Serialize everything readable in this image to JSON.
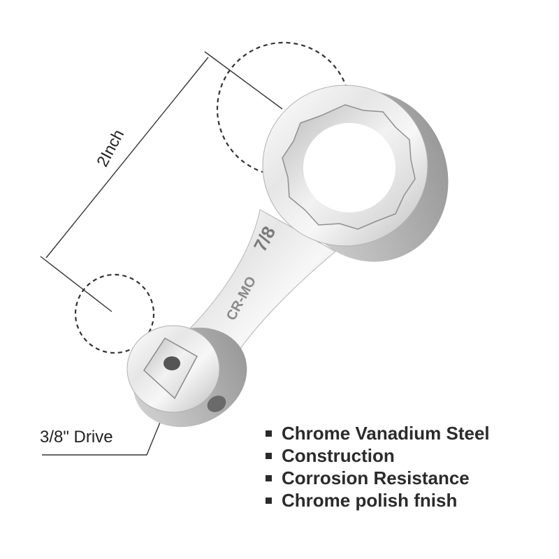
{
  "dimension": {
    "label": "2Inch"
  },
  "drive": {
    "label": "3/8\" Drive"
  },
  "wrench": {
    "size_stamp": "7/8",
    "material_stamp": "CR-MO"
  },
  "features": [
    "Chrome Vanadium Steel",
    "Construction",
    "Corrosion Resistance",
    "Chrome polish fnish"
  ],
  "colors": {
    "text": "#2b2b2b",
    "chrome": "#d9d9d9",
    "line": "#333333"
  }
}
